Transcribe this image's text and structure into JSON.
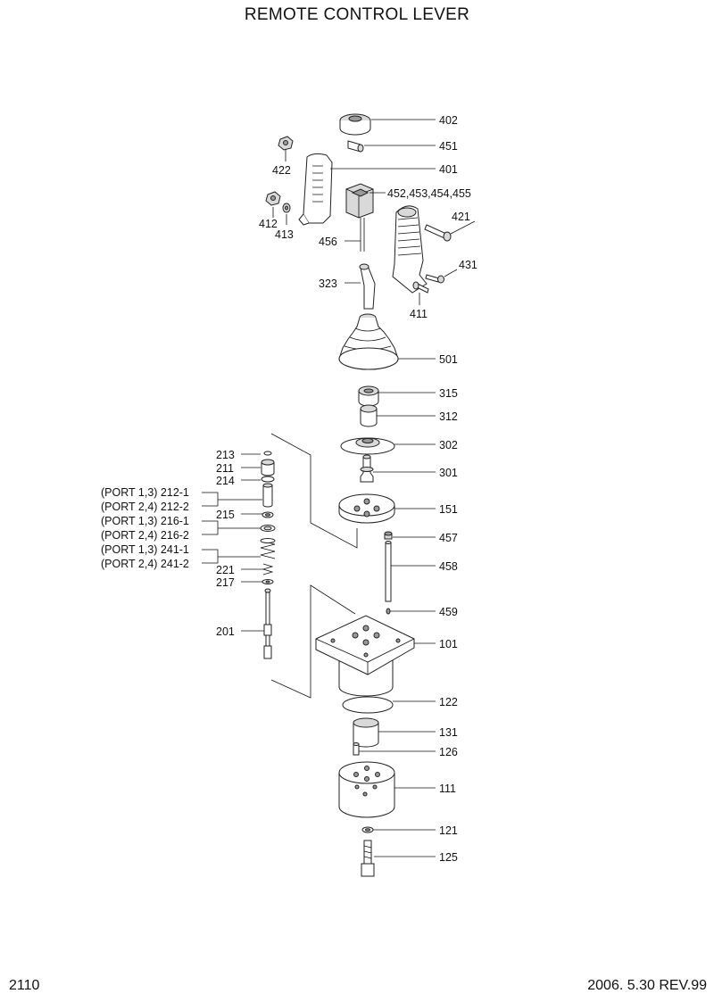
{
  "title": "REMOTE CONTROL LEVER",
  "page_number": "2110",
  "revision": "2006. 5.30  REV.99",
  "callouts": {
    "c402": "402",
    "c451": "451",
    "c422": "422",
    "c401": "401",
    "c452": "452,453,454,455",
    "c412": "412",
    "c413": "413",
    "c421": "421",
    "c456": "456",
    "c431": "431",
    "c323": "323",
    "c411": "411",
    "c501": "501",
    "c315": "315",
    "c312": "312",
    "c213": "213",
    "c302": "302",
    "c211": "211",
    "c214": "214",
    "c301": "301",
    "c212_1": "(PORT 1,3) 212-1",
    "c212_2": "(PORT 2,4) 212-2",
    "c151": "151",
    "c216_1": "(PORT 1,3) 216-1",
    "c215": "215",
    "c216_2": "(PORT 2,4) 216-2",
    "c457": "457",
    "c241_1": "(PORT 1,3) 241-1",
    "c241_2": "(PORT 2,4) 241-2",
    "c458": "458",
    "c221": "221",
    "c217": "217",
    "c459": "459",
    "c201": "201",
    "c101": "101",
    "c122": "122",
    "c131": "131",
    "c126": "126",
    "c111": "111",
    "c121": "121",
    "c125": "125"
  }
}
